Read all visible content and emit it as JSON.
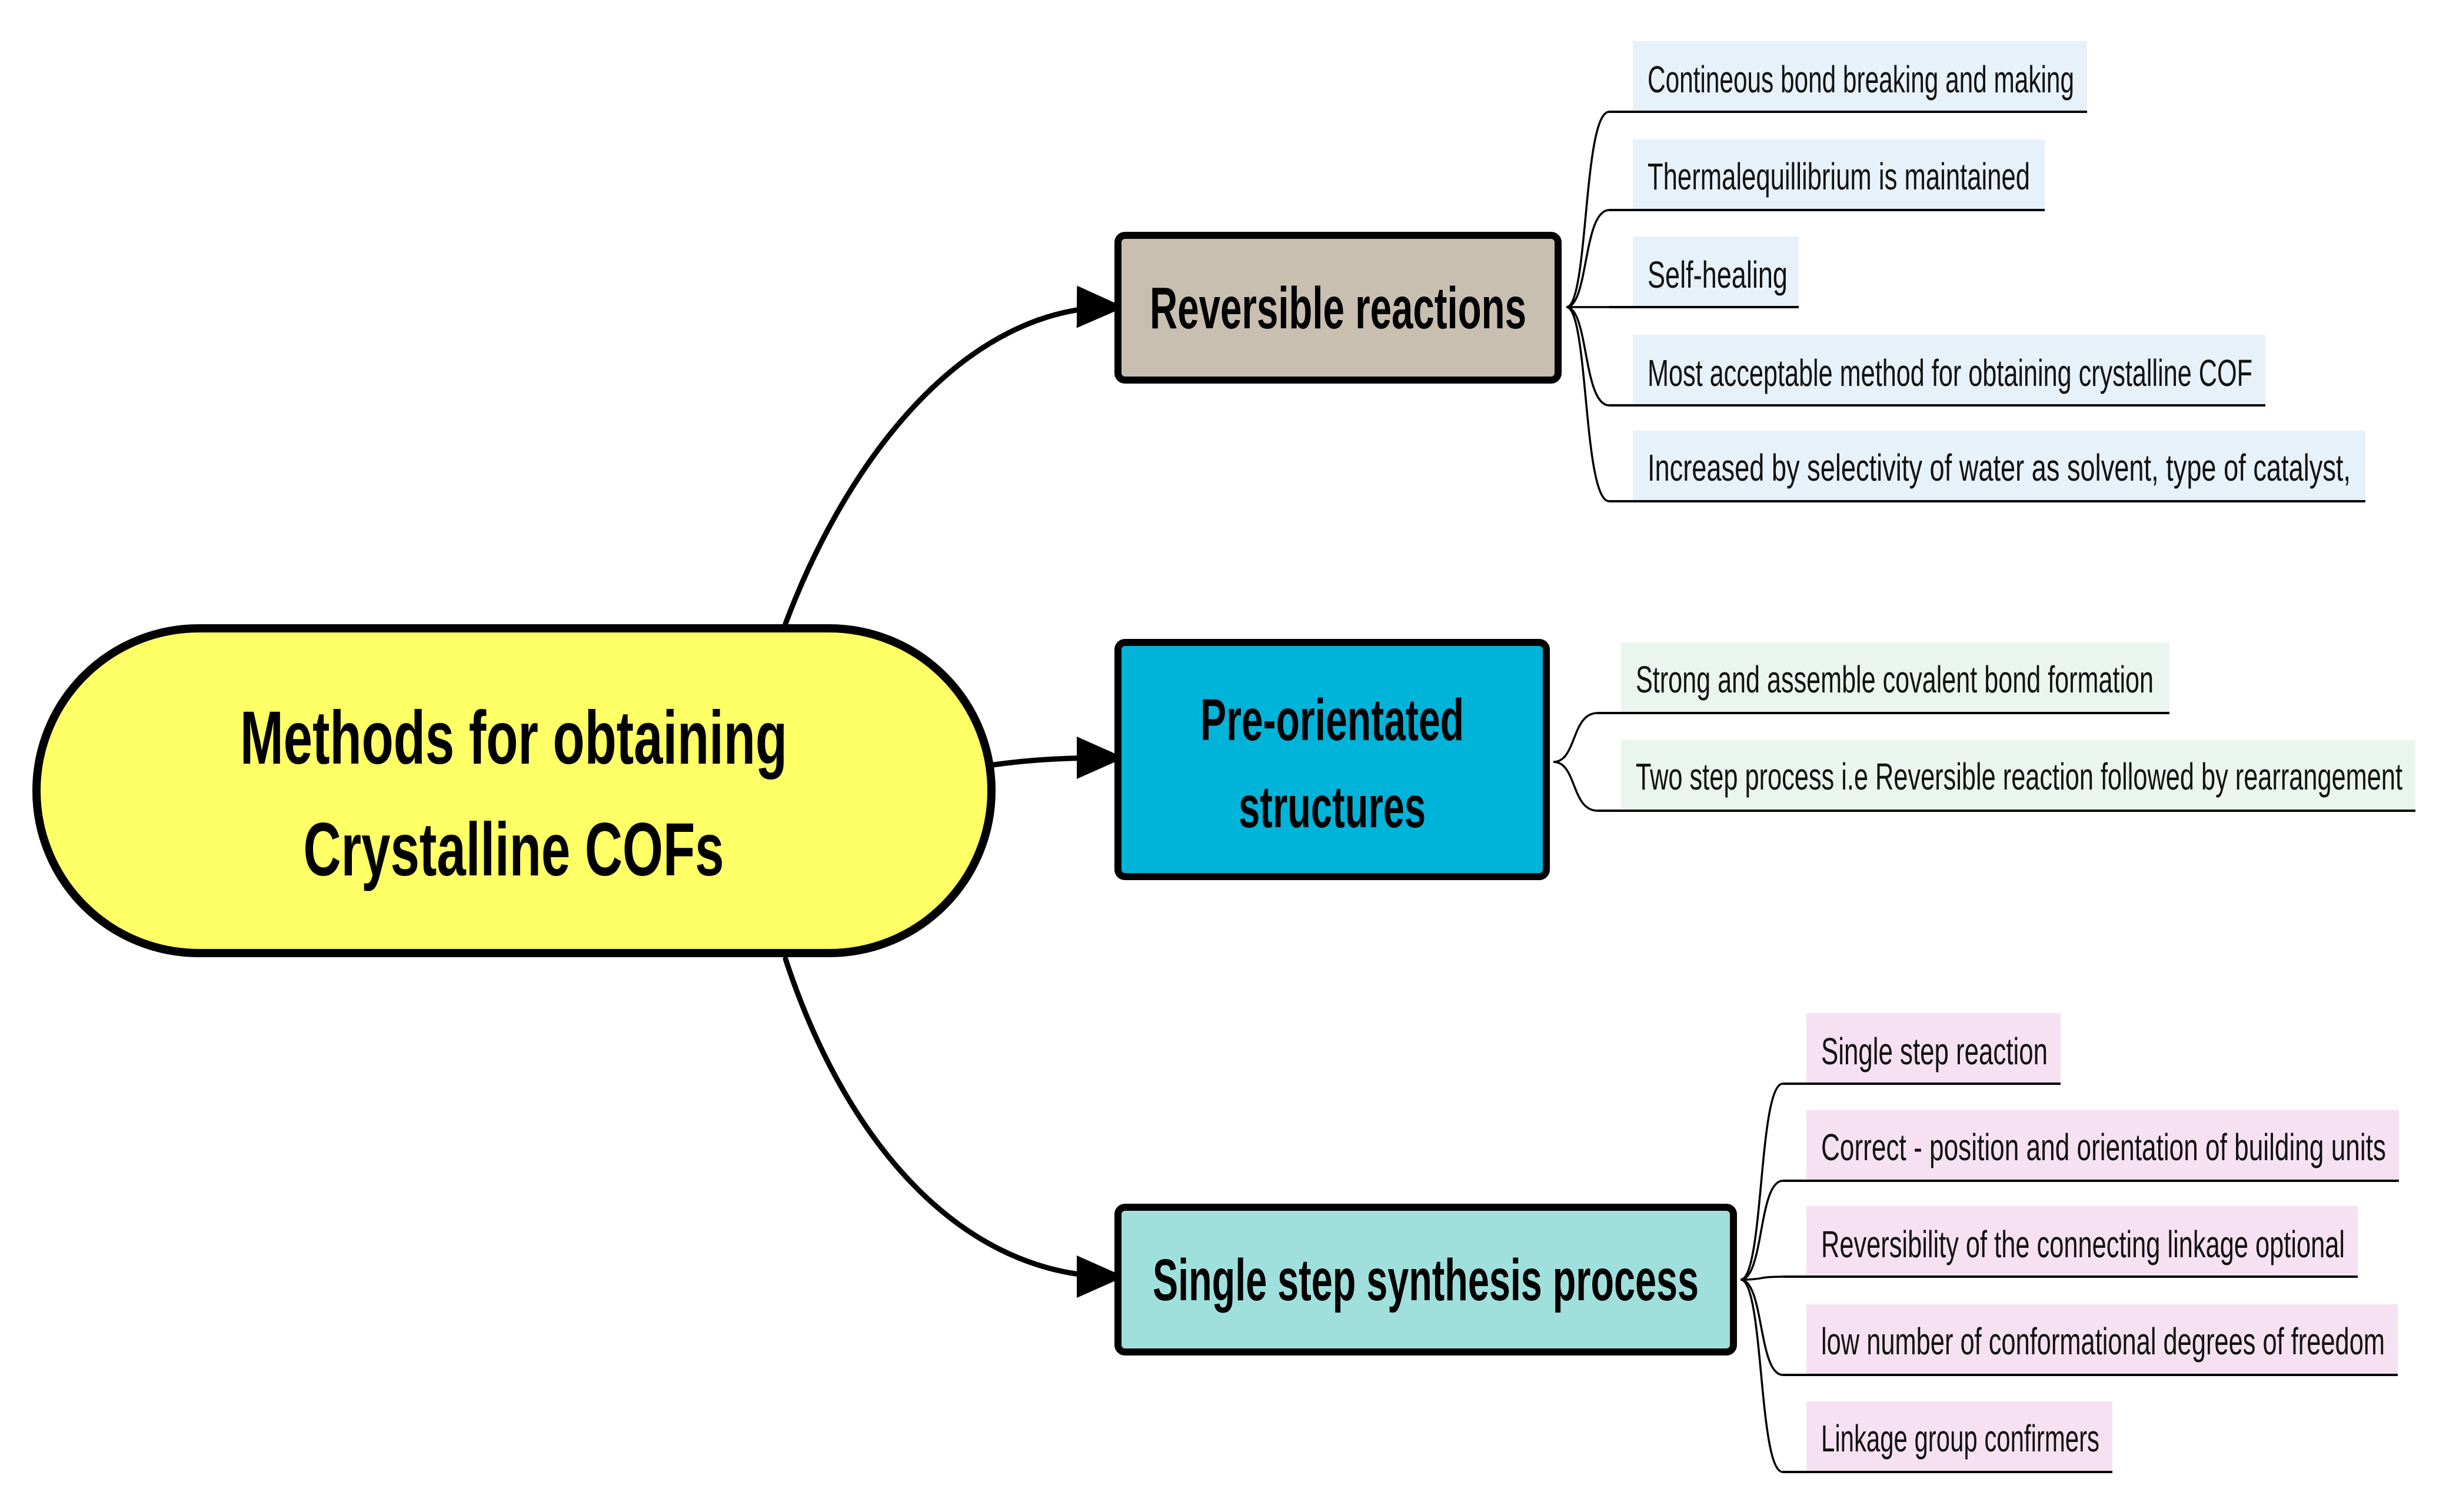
{
  "colors": {
    "root_fill": "#ffff66",
    "line": "#000000",
    "reversible_fill": "#c8bfb0",
    "preorientated_fill": "#00b3d9",
    "single_step_fill": "#9fe0dc",
    "reversible_leaf_fill": "#e6f1fa",
    "preorientated_leaf_fill": "#eaf5ef",
    "single_step_leaf_fill": "#f6e1f2"
  },
  "root": {
    "line1": "Methods for obtaining",
    "line2": "Crystalline COFs"
  },
  "branches": [
    {
      "id": "reversible",
      "title_lines": [
        "Reversible reactions"
      ],
      "items": [
        "Contineous bond breaking and making",
        "Thermalequillibrium is maintained",
        "Self-healing",
        "Most acceptable method for obtaining crystalline COF",
        "Increased by selectivity of water as solvent, type of catalyst,"
      ]
    },
    {
      "id": "preorientated",
      "title_lines": [
        "Pre-orientated",
        "structures"
      ],
      "items": [
        "Strong and assemble covalent bond formation",
        "Two step process i.e Reversible reaction followed by rearrangement"
      ]
    },
    {
      "id": "single-step",
      "title_lines": [
        "Single step synthesis process"
      ],
      "items": [
        "Single step reaction",
        "Correct - position and orientation of building units",
        "Reversibility of the connecting linkage optional",
        "low number of conformational degrees of freedom",
        "Linkage group confirmers"
      ]
    }
  ]
}
